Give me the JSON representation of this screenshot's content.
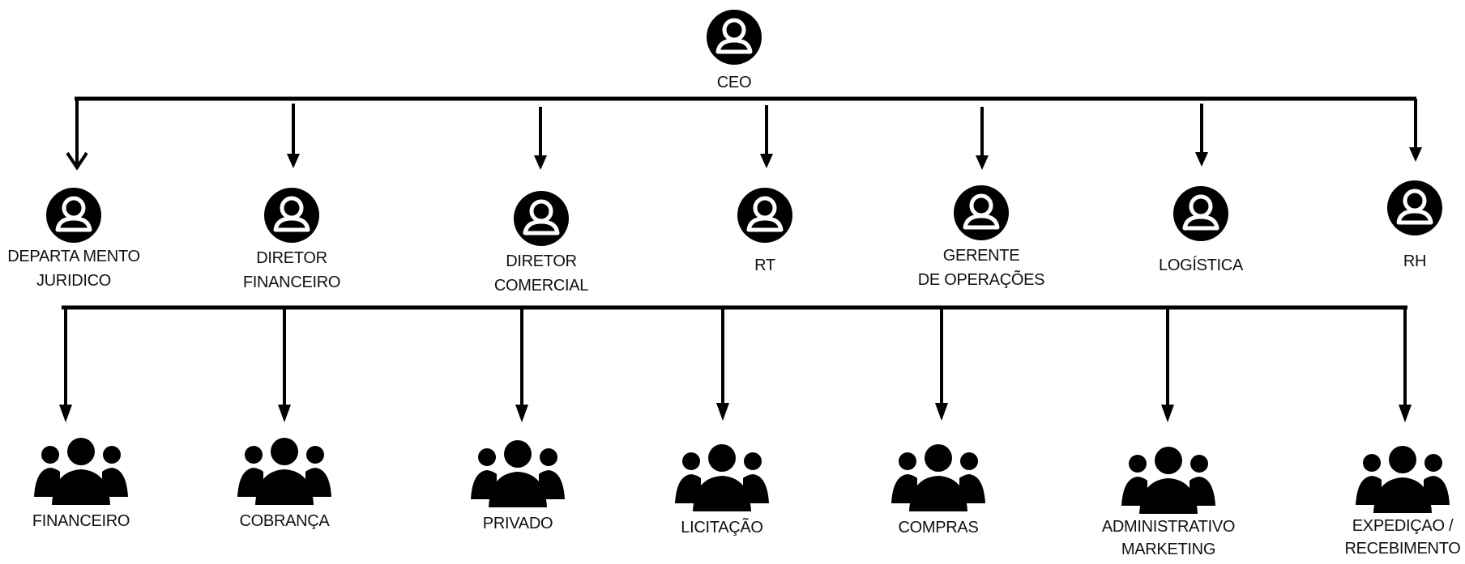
{
  "colors": {
    "line": "#000000",
    "icon": "#000000",
    "background": "#ffffff"
  },
  "root": {
    "label": "CEO",
    "icon": "person-icon"
  },
  "level1": [
    {
      "line1": "DEPARTA  MENTO",
      "line2": "JURIDICO",
      "icon": "person-icon"
    },
    {
      "line1": "DIRETOR",
      "line2": "FINANCEIRO",
      "icon": "person-icon"
    },
    {
      "line1": "DIRETOR",
      "line2": "COMERCIAL",
      "icon": "person-icon"
    },
    {
      "line1": "RT",
      "line2": "",
      "icon": "person-icon"
    },
    {
      "line1": "GERENTE",
      "line2": "DE  OPERAÇÕES",
      "icon": "person-icon"
    },
    {
      "line1": "LOGÍSTICA",
      "line2": "",
      "icon": "person-icon"
    },
    {
      "line1": "RH",
      "line2": "",
      "icon": "person-icon"
    }
  ],
  "level2": [
    {
      "line1": "FINANCEIRO",
      "line2": "",
      "icon": "group-icon"
    },
    {
      "line1": "COBRANÇA",
      "line2": "",
      "icon": "group-icon"
    },
    {
      "line1": "PRIVADO",
      "line2": "",
      "icon": "group-icon"
    },
    {
      "line1": "LICITAÇÃO",
      "line2": "",
      "icon": "group-icon"
    },
    {
      "line1": "COMPRAS",
      "line2": "",
      "icon": "group-icon"
    },
    {
      "line1": "ADMINISTRATIVO",
      "line2": "MARKETING",
      "icon": "group-icon"
    },
    {
      "line1": "EXPEDIÇAO  /",
      "line2": "RECEBIMENTO",
      "icon": "group-icon"
    }
  ]
}
